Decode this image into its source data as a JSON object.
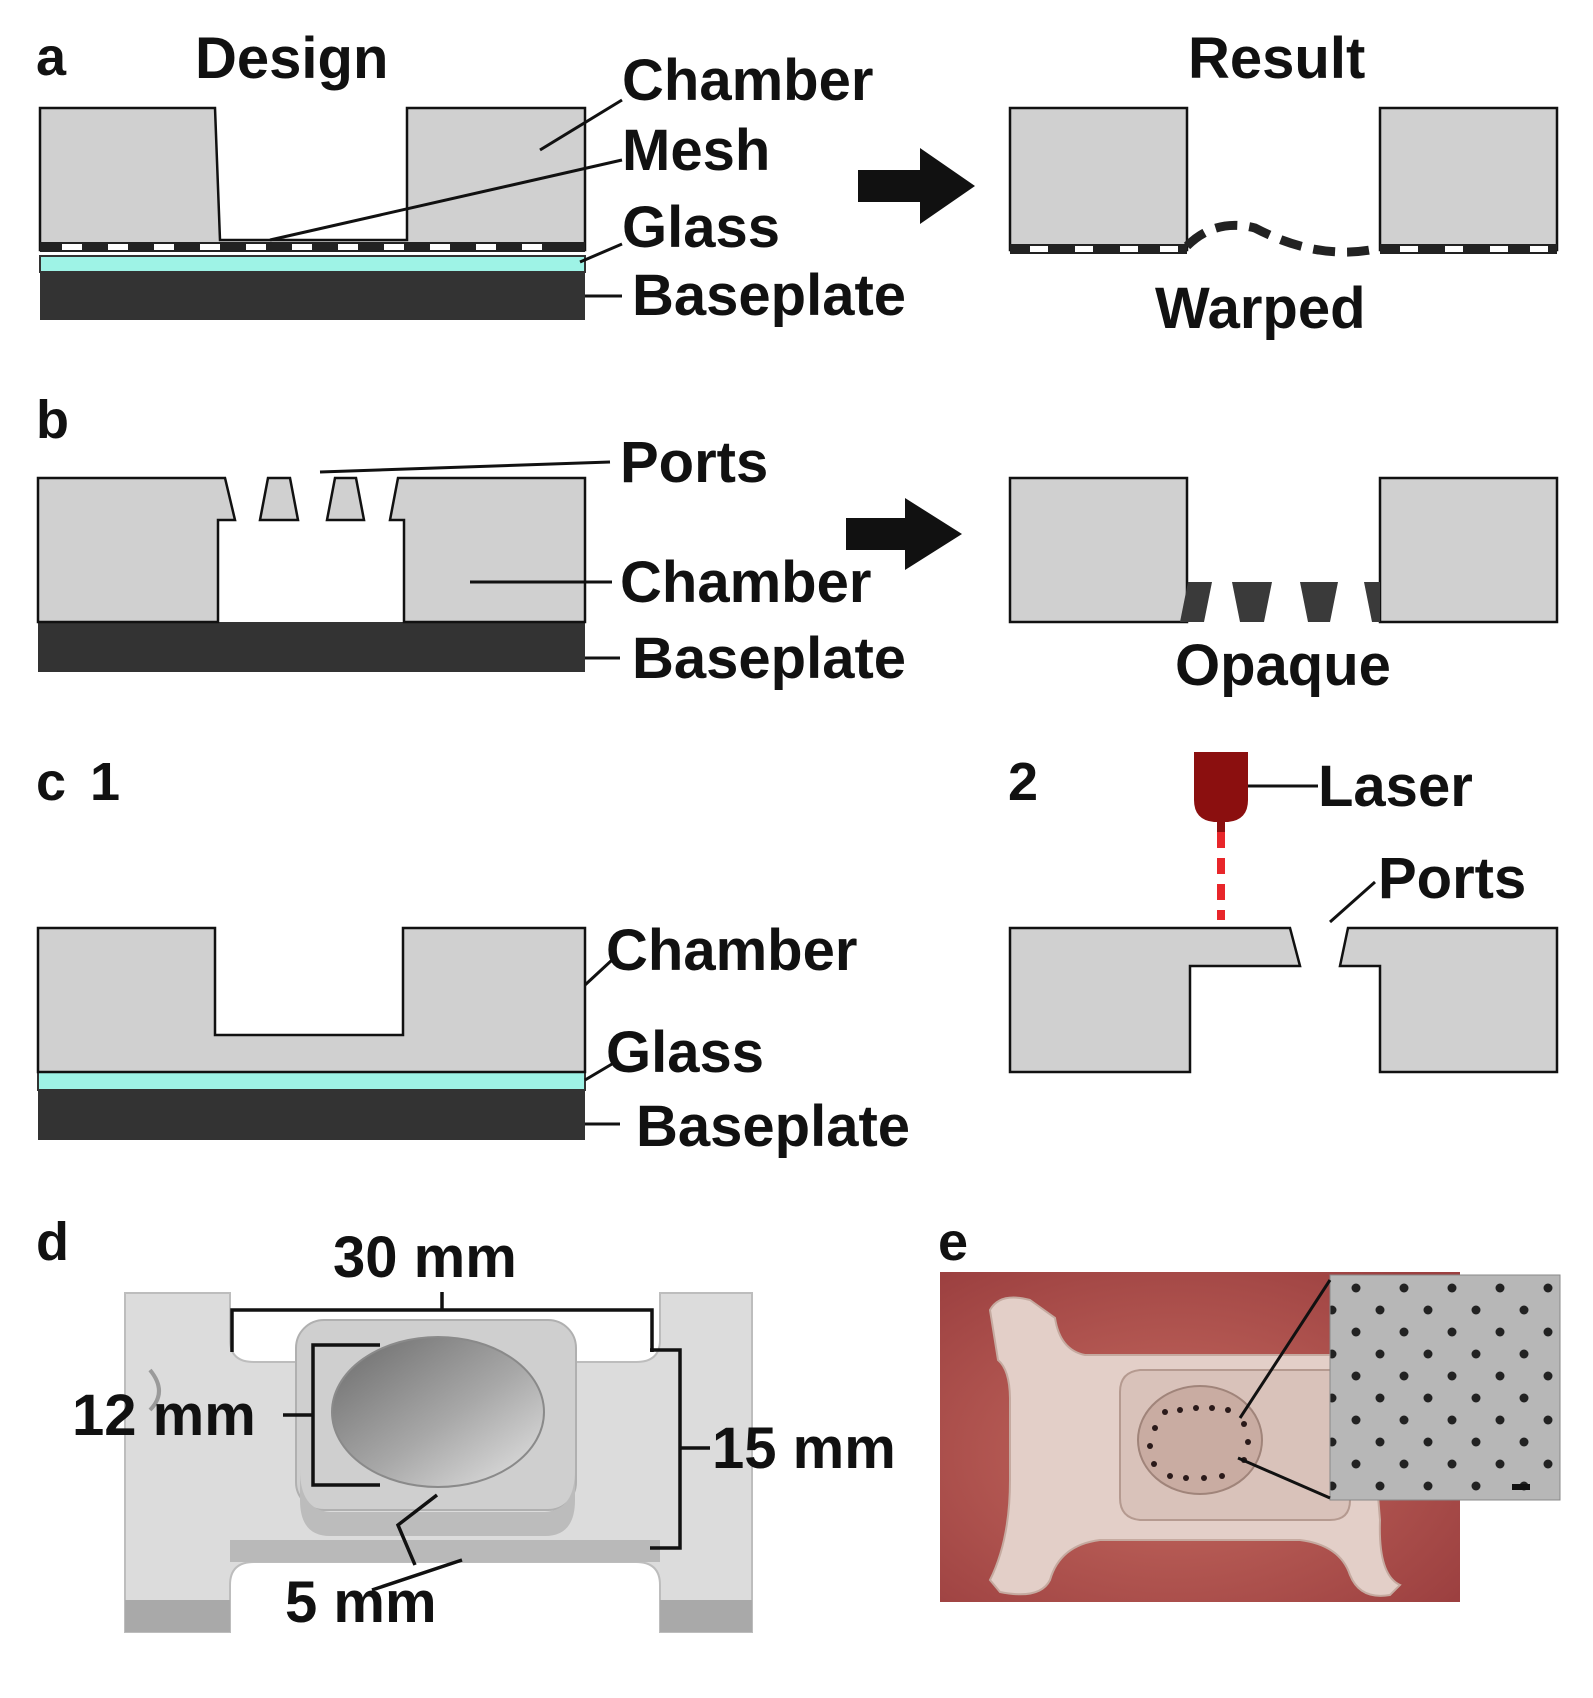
{
  "panel_a": {
    "letter": "a",
    "design_title": "Design",
    "result_title": "Result",
    "labels": {
      "chamber": "Chamber",
      "mesh": "Mesh",
      "glass": "Glass",
      "baseplate": "Baseplate",
      "warped": "Warped"
    }
  },
  "panel_b": {
    "letter": "b",
    "labels": {
      "ports": "Ports",
      "chamber": "Chamber",
      "baseplate": "Baseplate",
      "opaque": "Opaque"
    }
  },
  "panel_c": {
    "letter": "c",
    "step1": "1",
    "step2": "2",
    "labels": {
      "chamber": "Chamber",
      "glass": "Glass",
      "baseplate": "Baseplate",
      "laser": "Laser",
      "ports": "Ports"
    }
  },
  "panel_d": {
    "letter": "d",
    "dims": {
      "width": "30 mm",
      "diameter": "12 mm",
      "depth": "15 mm",
      "height": "5 mm"
    }
  },
  "panel_e": {
    "letter": "e"
  },
  "colors": {
    "chamber": "#d0d0d0",
    "baseplate": "#333333",
    "glass": "#9ef3e6",
    "laser": "#8b0f0f",
    "beam": "#e8262a",
    "photo_bg": "#b0524b"
  }
}
